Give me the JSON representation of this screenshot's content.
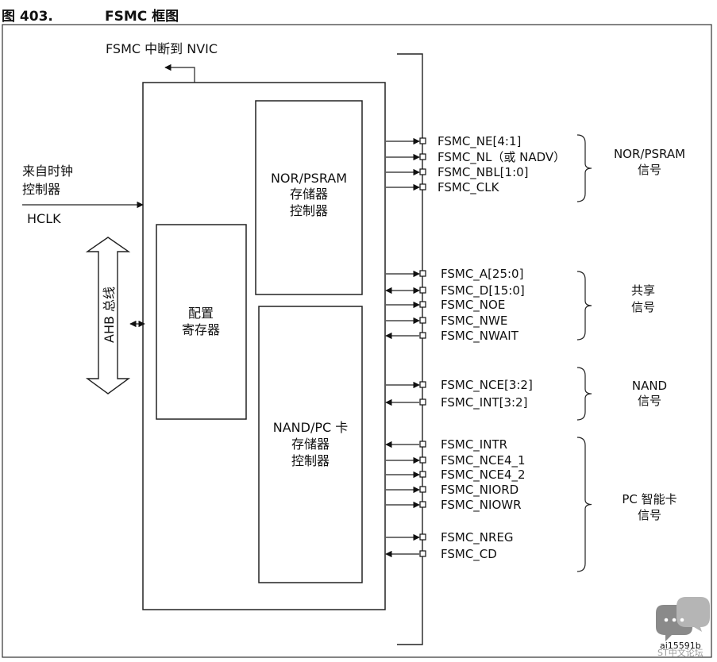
{
  "figure": {
    "number": "图 403.",
    "title": "FSMC 框图"
  },
  "interrupt_label": "FSMC 中断到 NVIC",
  "clock": {
    "line1": "来自时钟",
    "line2": "控制器",
    "name": "HCLK"
  },
  "bus_label": "AHB 总线",
  "blocks": {
    "config": [
      "配置",
      "寄存器"
    ],
    "nor": [
      "NOR/PSRAM",
      "存储器",
      "控制器"
    ],
    "nand": [
      "NAND/PC 卡",
      "存储器",
      "控制器"
    ]
  },
  "signals": [
    {
      "name": "FSMC_NE[4:1]",
      "dir": "out"
    },
    {
      "name": "FSMC_NL（或 NADV）",
      "dir": "out"
    },
    {
      "name": "FSMC_NBL[1:0]",
      "dir": "out"
    },
    {
      "name": "FSMC_CLK",
      "dir": "out"
    },
    {
      "name": "FSMC_A[25:0]",
      "dir": "out"
    },
    {
      "name": "FSMC_D[15:0]",
      "dir": "bidir"
    },
    {
      "name": "FSMC_NOE",
      "dir": "out"
    },
    {
      "name": "FSMC_NWE",
      "dir": "out"
    },
    {
      "name": "FSMC_NWAIT",
      "dir": "in"
    },
    {
      "name": "FSMC_NCE[3:2]",
      "dir": "out"
    },
    {
      "name": "FSMC_INT[3:2]",
      "dir": "in"
    },
    {
      "name": "FSMC_INTR",
      "dir": "in"
    },
    {
      "name": "FSMC_NCE4_1",
      "dir": "out"
    },
    {
      "name": "FSMC_NCE4_2",
      "dir": "out"
    },
    {
      "name": "FSMC_NIORD",
      "dir": "out"
    },
    {
      "name": "FSMC_NIOWR",
      "dir": "out"
    },
    {
      "name": "FSMC_NREG",
      "dir": "out"
    },
    {
      "name": "FSMC_CD",
      "dir": "in"
    }
  ],
  "groups": [
    {
      "lines": [
        "NOR/PSRAM",
        "信号"
      ]
    },
    {
      "lines": [
        "共享",
        "信号"
      ]
    },
    {
      "lines": [
        "NAND",
        "信号"
      ]
    },
    {
      "lines": [
        "PC 智能卡",
        "信号"
      ]
    }
  ],
  "figure_id": "ai15591b",
  "watermark": "ST中文论坛"
}
